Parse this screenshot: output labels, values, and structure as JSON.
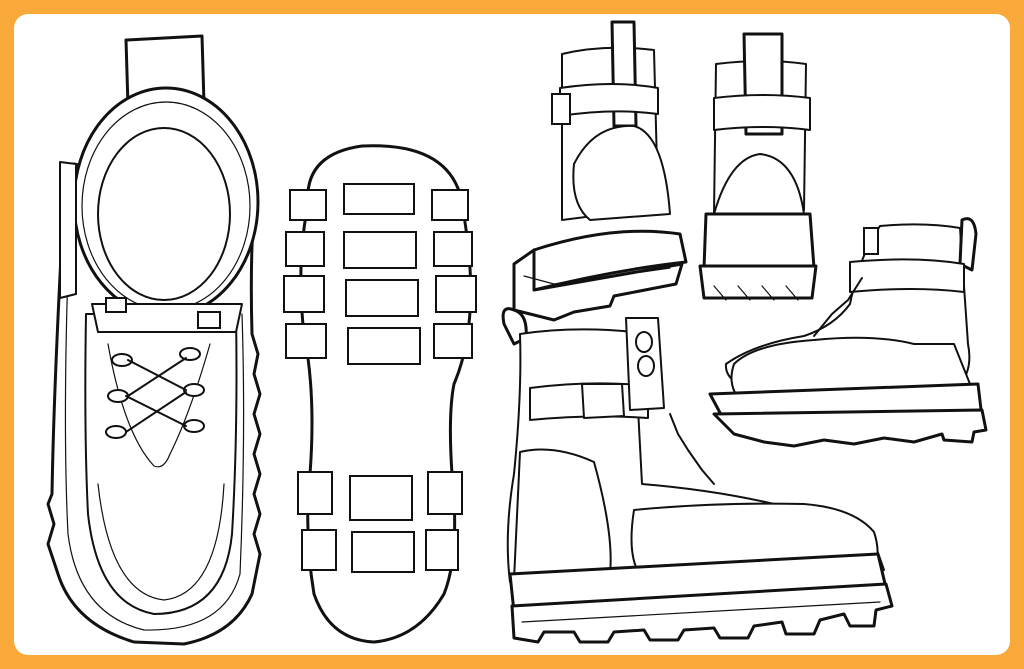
{
  "sheet": {
    "background_color": "#f8a93a",
    "panel_color": "#ffffff",
    "line_color": "#111111"
  },
  "views": [
    {
      "name": "top-view"
    },
    {
      "name": "sole-view"
    },
    {
      "name": "back-three-quarter-view"
    },
    {
      "name": "back-view"
    },
    {
      "name": "side-view-small"
    },
    {
      "name": "side-view-large"
    }
  ]
}
